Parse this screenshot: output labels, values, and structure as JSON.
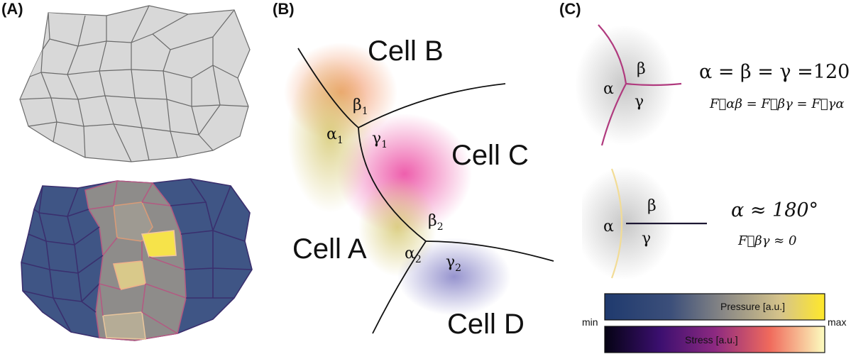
{
  "panels": {
    "a_label": "(A)",
    "b_label": "(B)",
    "c_label": "(C)"
  },
  "panel_b": {
    "cells": {
      "a": "Cell A",
      "b": "Cell B",
      "c": "Cell C",
      "d": "Cell D"
    },
    "angles": {
      "beta1": "β",
      "beta1_sub": "1",
      "alpha1": "α",
      "alpha1_sub": "1",
      "gamma1": "γ",
      "gamma1_sub": "1",
      "beta2": "β",
      "beta2_sub": "2",
      "alpha2": "α",
      "alpha2_sub": "2",
      "gamma2": "γ",
      "gamma2_sub": "2"
    },
    "colors": {
      "cell_a": "#d9d08a",
      "cell_b": "#f3a071",
      "cell_c": "#ec5fae",
      "cell_d": "#8d8ac8"
    }
  },
  "panel_c": {
    "top": {
      "alpha": "α",
      "beta": "β",
      "gamma": "γ",
      "equation": "α = β = γ =120°",
      "force_eq": "F⃗αβ = F⃗βγ = F⃗γα",
      "color": "#b03a7e"
    },
    "bottom": {
      "alpha": "α",
      "beta": "β",
      "gamma": "γ",
      "equation": "α ≈ 180°",
      "force_eq": "F⃗βγ ≈ 0",
      "color": "#1d1733",
      "edge_color": "#f2dc96"
    },
    "colorbars": {
      "pressure_label": "Pressure [a.u.]",
      "stress_label": "Stress [a.u.]",
      "min_label": "min",
      "max_label": "max"
    }
  }
}
